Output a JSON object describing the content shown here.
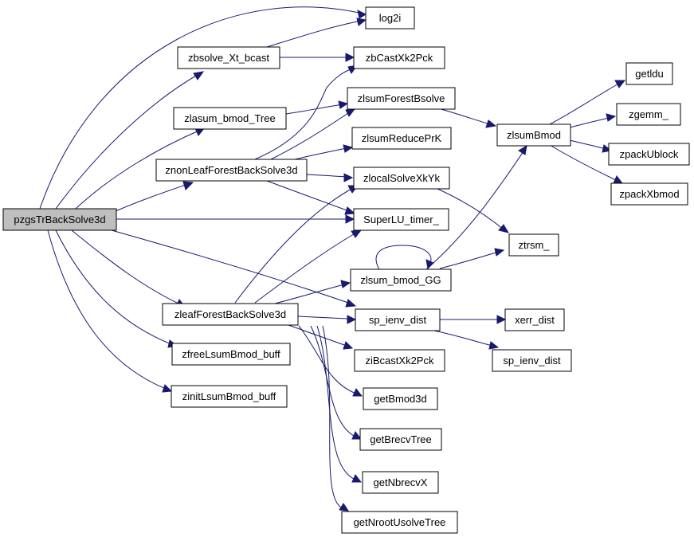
{
  "graph": {
    "colors": {
      "edge": "#191970",
      "root_fill": "#bfbfbf",
      "node_fill": "#ffffff",
      "node_border": "#000000"
    },
    "nodes": {
      "pzgsTrBackSolve3d": "pzgsTrBackSolve3d",
      "log2i": "log2i",
      "zbsolve_Xt_bcast": "zbsolve_Xt_bcast",
      "zbCastXk2Pck": "zbCastXk2Pck",
      "zlasum_bmod_Tree": "zlasum_bmod_Tree",
      "zlsumForestBsolve": "zlsumForestBsolve",
      "zlsumBmod": "zlsumBmod",
      "getldu": "getldu",
      "zgemm_": "zgemm_",
      "zpackUblock": "zpackUblock",
      "zpackXbmod": "zpackXbmod",
      "zlsumReducePrK": "zlsumReducePrK",
      "znonLeafForestBackSolve3d": "znonLeafForestBackSolve3d",
      "zlocalSolveXkYk": "zlocalSolveXkYk",
      "SuperLU_timer_": "SuperLU_timer_",
      "ztrsm_": "ztrsm_",
      "zlsum_bmod_GG": "zlsum_bmod_GG",
      "zleafForestBackSolve3d": "zleafForestBackSolve3d",
      "sp_ienv_dist": "sp_ienv_dist",
      "xerr_dist": "xerr_dist",
      "sp_ienv_dist_2": "sp_ienv_dist",
      "zfreeLsumBmod_buff": "zfreeLsumBmod_buff",
      "ziBcastXk2Pck": "ziBcastXk2Pck",
      "zinitLsumBmod_buff": "zinitLsumBmod_buff",
      "getBmod3d": "getBmod3d",
      "getBrecvTree": "getBrecvTree",
      "getNbrecvX": "getNbrecvX",
      "getNrootUsolveTree": "getNrootUsolveTree"
    }
  }
}
